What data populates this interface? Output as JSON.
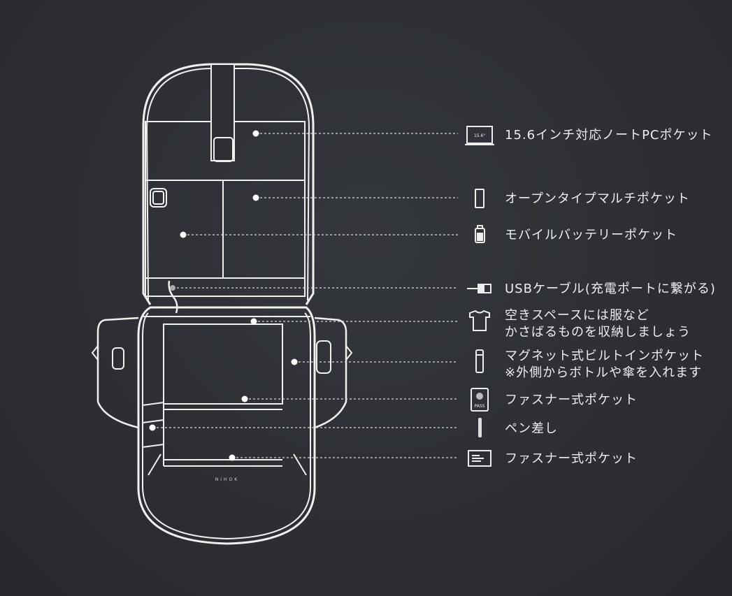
{
  "brand_logo": "NIHOK",
  "callouts": [
    {
      "icon": "laptop-icon",
      "icon_text": "15.6\"",
      "lines": [
        "15.6インチ対応ノートPCポケット"
      ]
    },
    {
      "icon": "phone-icon",
      "lines": [
        "オープンタイプマルチポケット"
      ]
    },
    {
      "icon": "battery-icon",
      "lines": [
        "モバイルバッテリーポケット"
      ]
    },
    {
      "icon": "usb-icon",
      "lines": [
        "USBケーブル(充電ポートに繋がる)"
      ]
    },
    {
      "icon": "tshirt-icon",
      "lines": [
        "空きスペースには服など",
        "かさばるものを収納しましょう"
      ]
    },
    {
      "icon": "bottle-icon",
      "lines": [
        "マグネット式ビルトインポケット",
        "※外側からボトルや傘を入れます"
      ]
    },
    {
      "icon": "passport-icon",
      "icon_text": "PASS",
      "lines": [
        "ファスナー式ポケット"
      ]
    },
    {
      "icon": "pen-icon",
      "lines": [
        "ペン差し"
      ]
    },
    {
      "icon": "card-icon",
      "lines": [
        "ファスナー式ポケット"
      ]
    }
  ],
  "colors": {
    "background": "#2e3034",
    "line": "#f2f2f2"
  }
}
